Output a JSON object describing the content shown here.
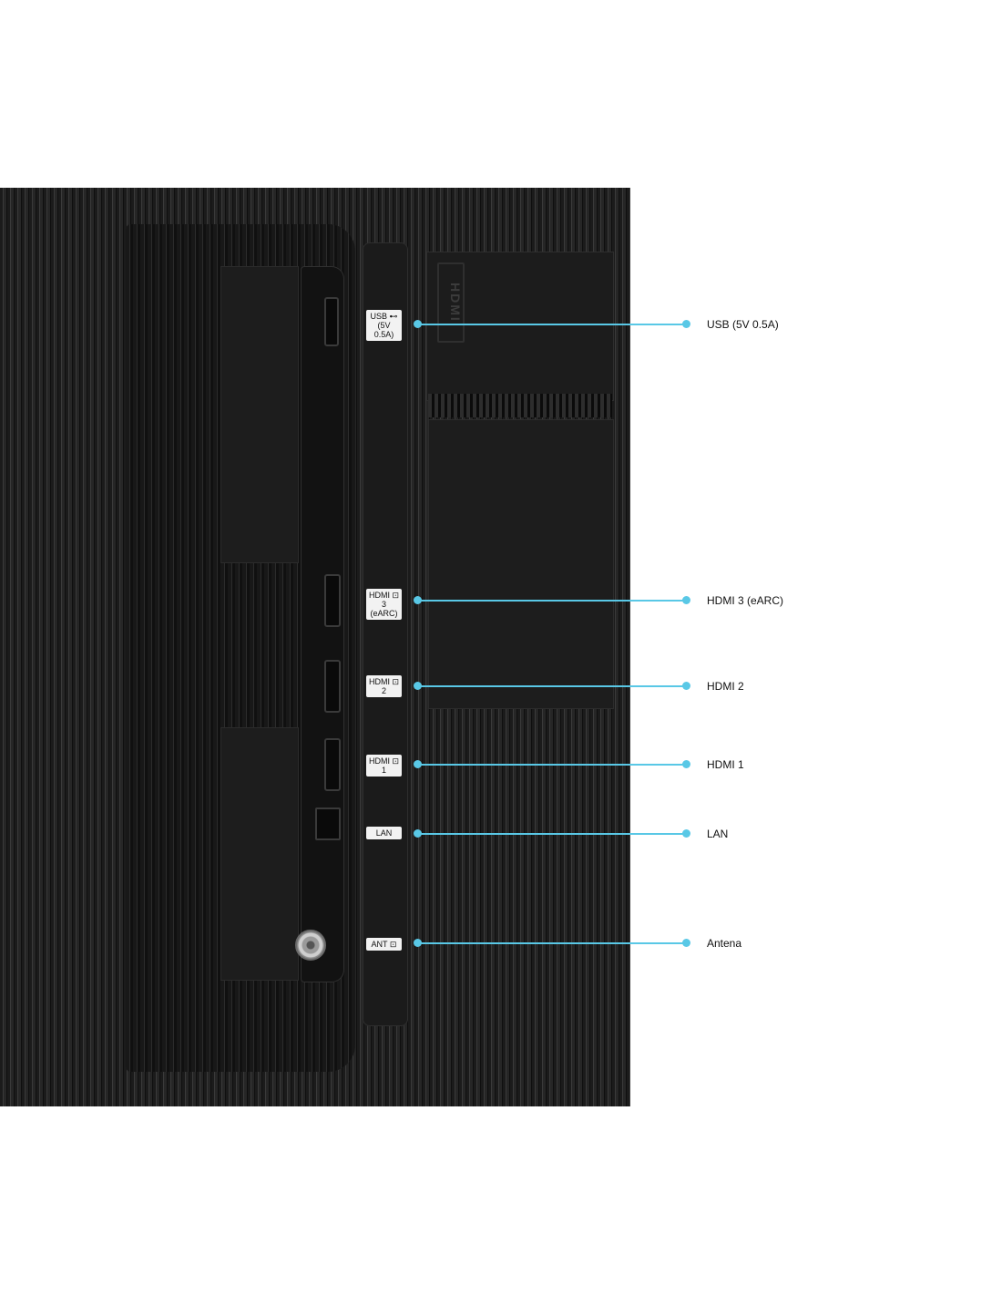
{
  "diagram": {
    "background_color": "#ffffff",
    "panel_color": "#1e1e1e",
    "accent_color": "#59c8e6",
    "embossed_logo": "HDMI",
    "ports": [
      {
        "id": "usb",
        "tag": "USB ⊷\n(5V 0.5A)",
        "callout": "USB (5V 0.5A)"
      },
      {
        "id": "hdmi3",
        "tag": "HDMI ⊡\n3 (eARC)",
        "callout": "HDMI 3 (eARC)"
      },
      {
        "id": "hdmi2",
        "tag": "HDMI ⊡\n2",
        "callout": "HDMI 2"
      },
      {
        "id": "hdmi1",
        "tag": "HDMI ⊡\n1",
        "callout": "HDMI 1"
      },
      {
        "id": "lan",
        "tag": "LAN",
        "callout": "LAN"
      },
      {
        "id": "ant",
        "tag": "ANT ⊡",
        "callout": "Antena"
      }
    ]
  }
}
